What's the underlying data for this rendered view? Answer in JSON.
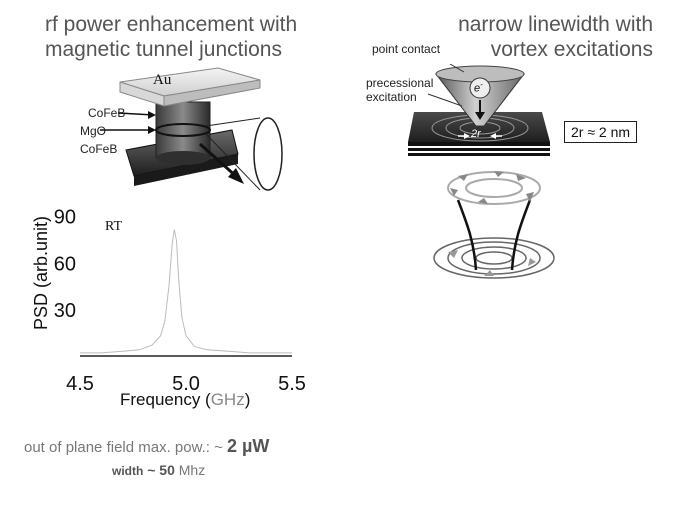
{
  "left_title": {
    "line1": "rf power enhancement with",
    "line2": "magnetic tunnel junctions"
  },
  "right_title": {
    "line1": "narrow linewidth with",
    "line2": "vortex excitations"
  },
  "mtj": {
    "top_layer": "Au",
    "label_cofeb_top": "CoFeB",
    "label_mgo": "MgO",
    "label_cofeb_bottom": "CoFeB"
  },
  "point_contact": {
    "label_point_contact": "point contact",
    "label_precessional_1": "precessional",
    "label_precessional_2": "excitation",
    "electron_label": "e",
    "electron_sup": "-",
    "radius_label": "2r",
    "size_annotation": "2r ≈ 2 nm"
  },
  "chart_data": {
    "type": "line",
    "annotation": "RT",
    "ylabel": "PSD (arb.unit)",
    "xlabel_main": "Frequency (",
    "xlabel_unit": "GHz",
    "xlabel_close": ")",
    "xticks": [
      "4.5",
      "5.0",
      "5.5"
    ],
    "yticks": [
      "30",
      "60",
      "90"
    ],
    "xlim": [
      4.5,
      5.5
    ],
    "ylim": [
      0,
      100
    ],
    "line_color": "#bbbbbb",
    "series": [
      {
        "x": [
          4.5,
          4.6,
          4.7,
          4.78,
          4.84,
          4.88,
          4.9,
          4.92,
          4.935,
          4.945,
          4.955,
          4.965,
          4.98,
          5.0,
          5.04,
          5.1,
          5.2,
          5.3,
          5.5
        ],
        "y": [
          2,
          2,
          3,
          4,
          7,
          13,
          22,
          45,
          72,
          81,
          74,
          50,
          25,
          13,
          6,
          4,
          3,
          2,
          2
        ]
      }
    ]
  },
  "footer": {
    "line1_text": "out of plane field max. pow.: ~ ",
    "line1_value": "2 µW",
    "line2_label": "width",
    "line2_approx": " ~ ",
    "line2_value": "50",
    "line2_unit": " Mhz"
  }
}
